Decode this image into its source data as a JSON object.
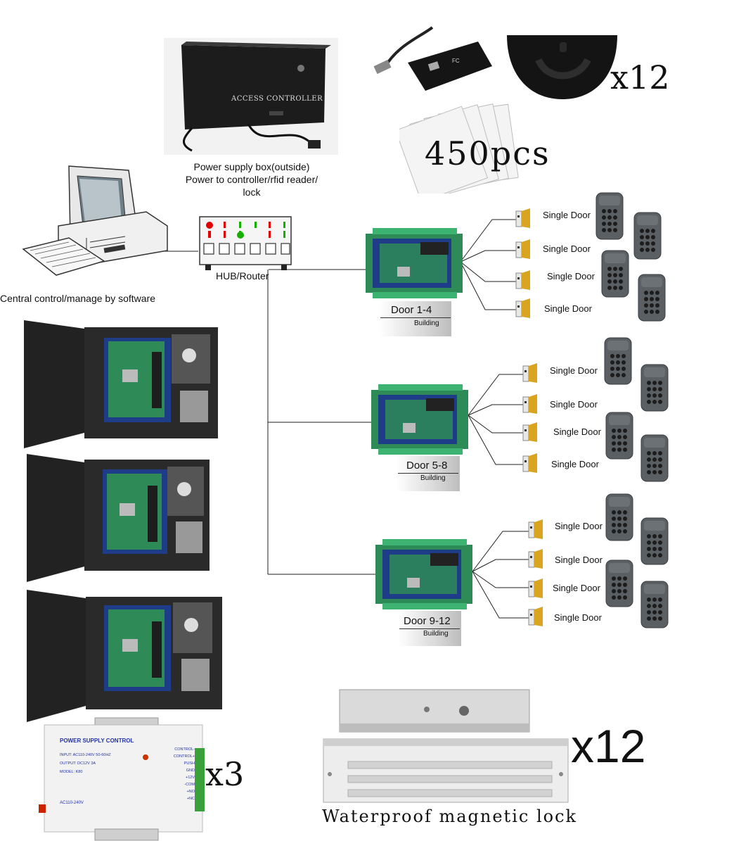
{
  "power_box": {
    "panel_label": "ACCESS CONTROLLER",
    "caption_line1": "Power supply box(outside)",
    "caption_line2": "Power to controller/rfid reader/",
    "caption_line3": "lock"
  },
  "reader": {
    "brand_text": "FC"
  },
  "sensor_qty": "x12",
  "cards_qty": "450pcs",
  "computer": {
    "caption": "Central control/manage by software"
  },
  "hub": {
    "caption": "HUB/Router"
  },
  "groups": [
    {
      "door_title": "Door 1-4",
      "subtitle": "Building",
      "doors": [
        "Single Door",
        "Single Door",
        "Single Door",
        "Single Door"
      ]
    },
    {
      "door_title": "Door 5-8",
      "subtitle": "Building",
      "doors": [
        "Single Door",
        "Single Door",
        "Single Door",
        "Single Door"
      ]
    },
    {
      "door_title": "Door 9-12",
      "subtitle": "Building",
      "doors": [
        "Single Door",
        "Single Door",
        "Single Door",
        "Single Door"
      ]
    }
  ],
  "psu": {
    "title": "POWER SUPPLY CONTROL",
    "input": "INPUT: AC110-240V 50-60HZ",
    "output": "OUTPUT: DC12V 3A",
    "model": "MODEL: K80",
    "ac_label": "AC110-240V",
    "terminals": [
      "CONTROL-",
      "CONTROL+",
      "PUSH",
      "GND",
      "+12V",
      "-COM",
      "+NO",
      "+NC"
    ],
    "qty": "x3"
  },
  "maglock": {
    "qty": "x12",
    "caption": "Waterproof magnetic lock"
  },
  "colors": {
    "board_green": "#2e8b57",
    "board_blue": "#1f3c88",
    "cabinet": "#2a2a2a",
    "door_yellow": "#d9a520",
    "keypad": "#5a5f63"
  }
}
